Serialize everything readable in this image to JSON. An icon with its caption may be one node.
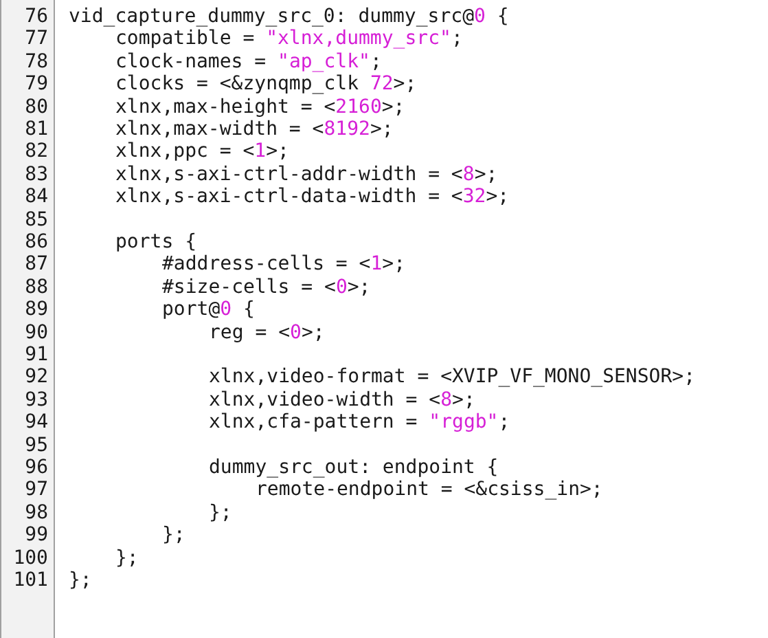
{
  "diagram": {
    "labels": [
      "76",
      "vid_capture_dummy_src_0: dummy_src@0 {",
      "77",
      "compatible = \"xlnx,dummy_src\";",
      "78",
      "clock-names = \"ap_clk\";",
      "79",
      "clocks = <&zynqmp_clk 72>;",
      "80",
      "xlnx,max-height = <2160>;",
      "81",
      "xlnx,max-width = <8192>;",
      "82",
      "xlnx,ppc = <1>;",
      "83",
      "xlnx,s-axi-ctrl-addr-width = <8>;",
      "84",
      "xlnx,s-axi-ctrl-data-width = <32>;",
      "85",
      "86",
      "ports {",
      "87",
      "#address-cells = <1>;",
      "88",
      "#size-cells = <0>;",
      "89",
      "port@0 {",
      "90",
      "reg = <0>;",
      "91",
      "92",
      "xlnx,video-format = <XVIP_VF_MONO_SENSOR>;",
      "93",
      "xlnx,video-width = <8>;",
      "94",
      "xlnx,cfa-pattern = \"rggb\";",
      "95",
      "96",
      "dummy_src_out: endpoint {",
      "97",
      "remote-endpoint = <&csiss_in>;",
      "98",
      "};",
      "99",
      "};",
      "100",
      "};",
      "101",
      "};"
    ]
  }
}
